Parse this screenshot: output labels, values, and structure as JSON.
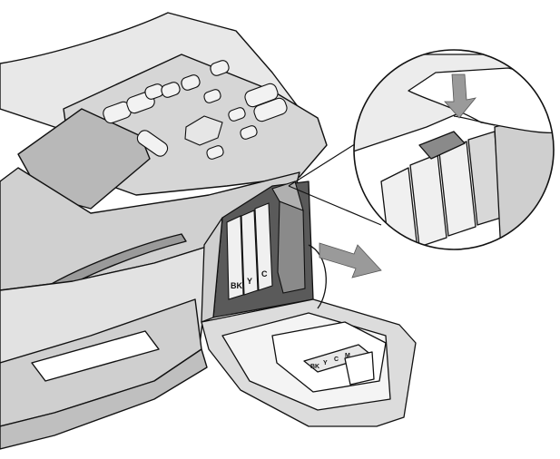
{
  "cartridge_labels": {
    "bk": "BK",
    "y": "Y",
    "c": "C"
  },
  "cover_labels": {
    "bk": "BK",
    "y": "Y",
    "c": "C",
    "m": "M"
  },
  "colors": {
    "outline": "#111111",
    "body_gray": "#c8c8c8",
    "light_gray": "#e4e4e4",
    "cartridge_gray": "#8a8a8a",
    "arrow_gray": "#9a9a9a"
  }
}
